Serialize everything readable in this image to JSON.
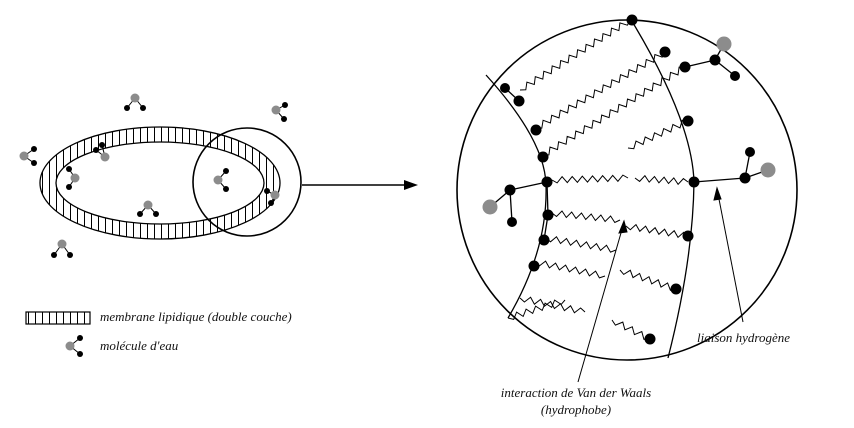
{
  "legend": {
    "membrane_label": "membrane lipidique (double couche)",
    "water_label": "molécule d'eau"
  },
  "annotations": {
    "van_der_waals_line1": "interaction de Van der Waals",
    "van_der_waals_line2": "(hydrophobe)",
    "hydrogen_bond": "liaison hydrogène"
  },
  "colors": {
    "oxygen": "#8c8c8c",
    "hydrogen": "#000000",
    "line": "#000000"
  }
}
